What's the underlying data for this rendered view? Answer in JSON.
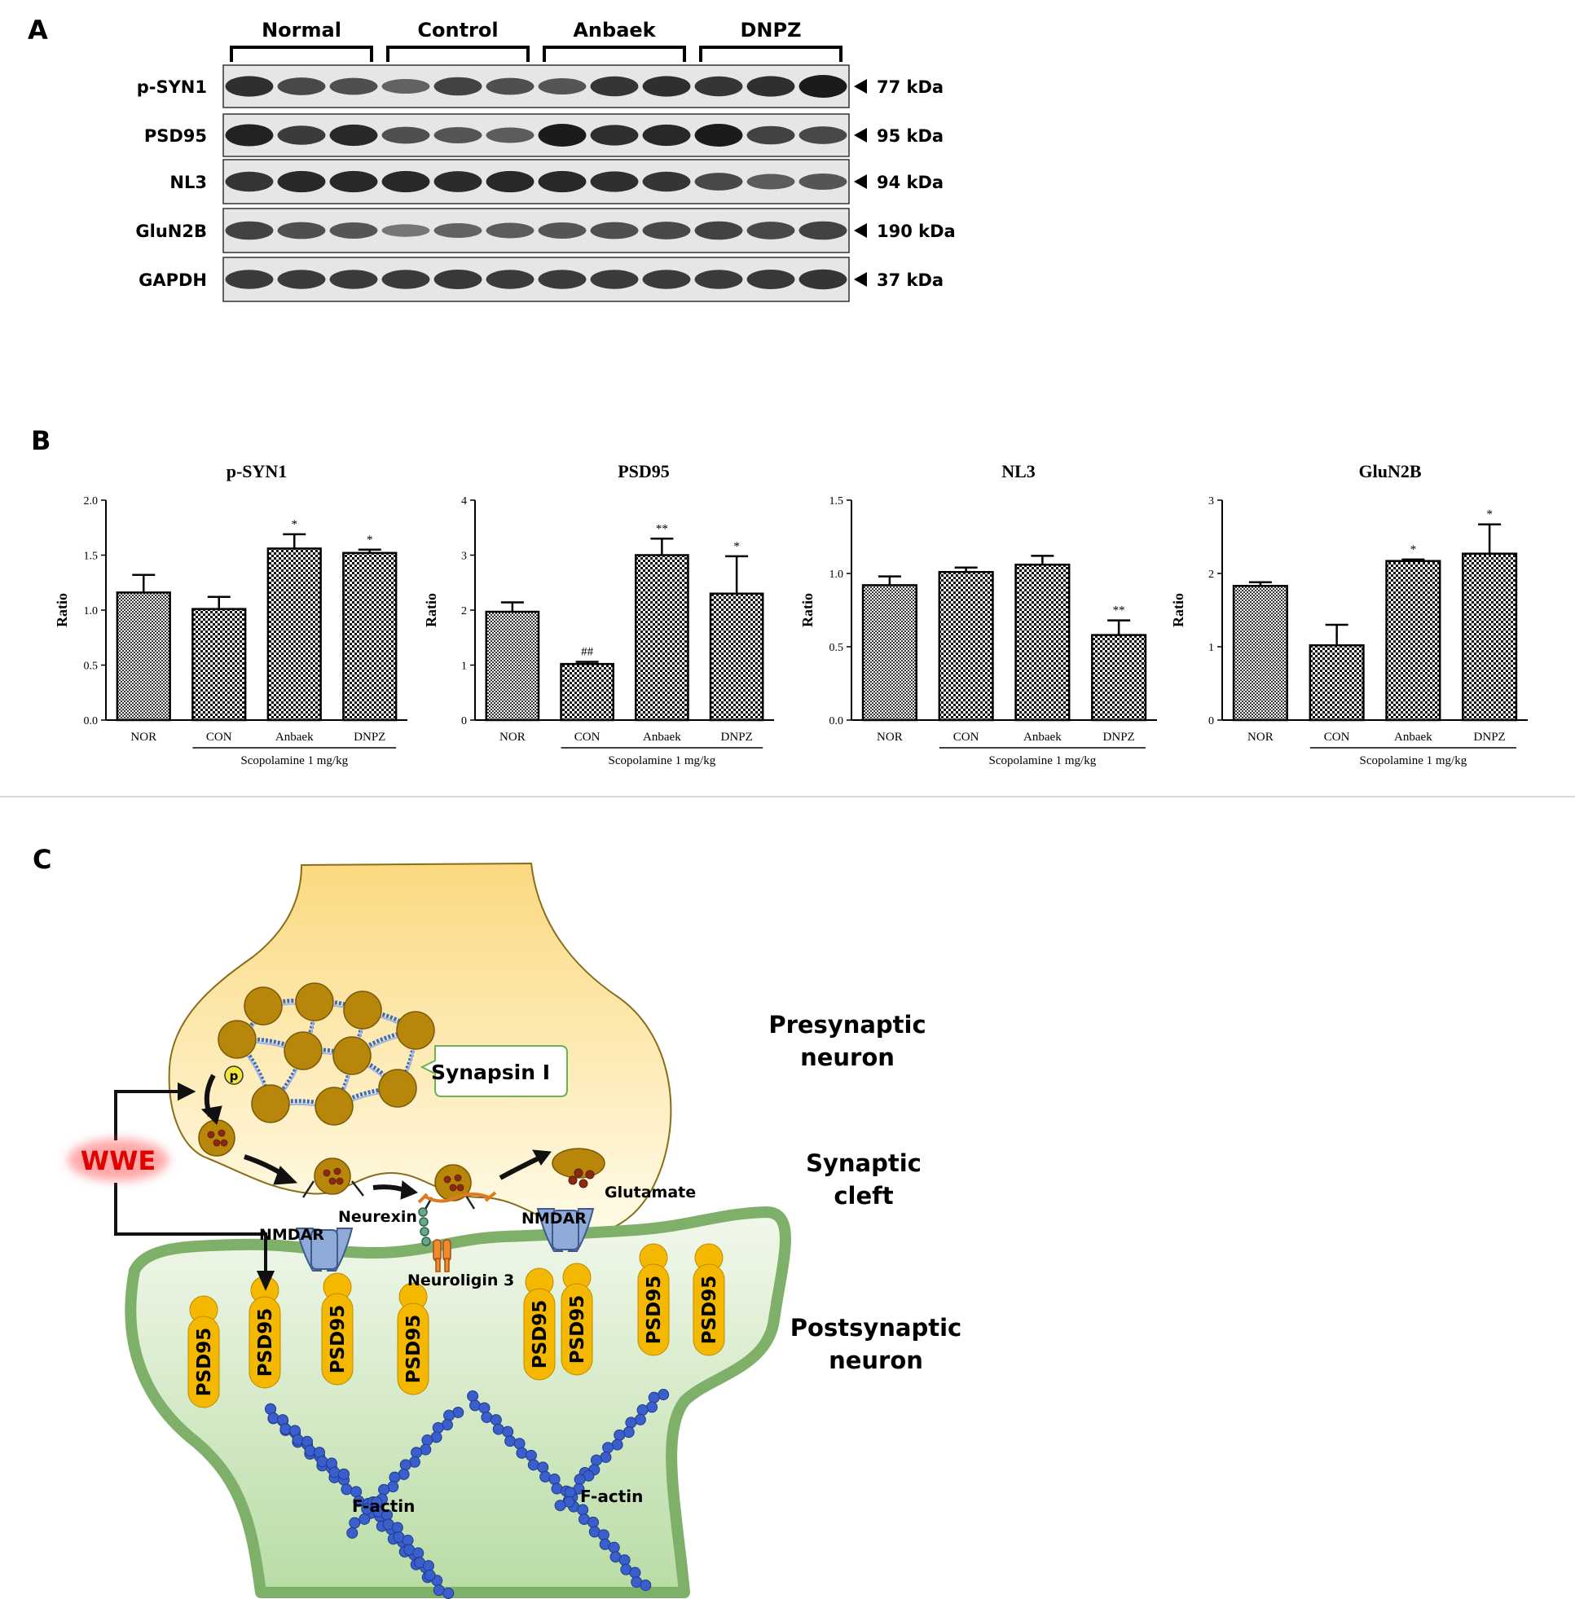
{
  "panels": {
    "a": "A",
    "b": "B",
    "c": "C"
  },
  "blot": {
    "groups": [
      "Normal",
      "Control",
      "Anbaek",
      "DNPZ"
    ],
    "rows": [
      {
        "label": "p-SYN1",
        "kda": "77 kDa",
        "intensities": [
          0.85,
          0.65,
          0.6,
          0.45,
          0.7,
          0.6,
          0.55,
          0.8,
          0.85,
          0.8,
          0.85,
          1.0
        ]
      },
      {
        "label": "PSD95",
        "kda": "95 kDa",
        "intensities": [
          0.95,
          0.75,
          0.9,
          0.6,
          0.55,
          0.5,
          1.0,
          0.85,
          0.9,
          1.0,
          0.7,
          0.65
        ]
      },
      {
        "label": "NL3",
        "kda": "94 kDa",
        "intensities": [
          0.8,
          0.9,
          0.9,
          0.9,
          0.88,
          0.9,
          0.9,
          0.85,
          0.8,
          0.65,
          0.5,
          0.55
        ]
      },
      {
        "label": "GluN2B",
        "kda": "190 kDa",
        "intensities": [
          0.7,
          0.6,
          0.55,
          0.3,
          0.45,
          0.5,
          0.55,
          0.6,
          0.65,
          0.7,
          0.65,
          0.7
        ]
      },
      {
        "label": "GAPDH",
        "kda": "37 kDa",
        "intensities": [
          0.75,
          0.75,
          0.75,
          0.75,
          0.78,
          0.75,
          0.75,
          0.75,
          0.75,
          0.75,
          0.78,
          0.8
        ]
      }
    ]
  },
  "chart_data": [
    {
      "type": "bar",
      "title": "p-SYN1",
      "ylabel": "Ratio",
      "categories": [
        "NOR",
        "CON",
        "Anbaek",
        "DNPZ"
      ],
      "values": [
        1.16,
        1.01,
        1.56,
        1.52
      ],
      "errors": [
        0.16,
        0.11,
        0.13,
        0.03
      ],
      "annotations": [
        "",
        "",
        "*",
        "*"
      ],
      "ylim": [
        0,
        2.0
      ],
      "yticks": [
        "0.0",
        "0.5",
        "1.0",
        "1.5",
        "2.0"
      ],
      "bracket_label": "Scopolamine 1 mg/kg"
    },
    {
      "type": "bar",
      "title": "PSD95",
      "ylabel": "Ratio",
      "categories": [
        "NOR",
        "CON",
        "Anbaek",
        "DNPZ"
      ],
      "values": [
        1.97,
        1.02,
        3.0,
        2.3
      ],
      "errors": [
        0.17,
        0.04,
        0.3,
        0.68
      ],
      "annotations": [
        "",
        "##",
        "**",
        "*"
      ],
      "ylim": [
        0,
        4
      ],
      "yticks": [
        "0",
        "1",
        "2",
        "3",
        "4"
      ],
      "bracket_label": "Scopolamine 1 mg/kg"
    },
    {
      "type": "bar",
      "title": "NL3",
      "ylabel": "Ratio",
      "categories": [
        "NOR",
        "CON",
        "Anbaek",
        "DNPZ"
      ],
      "values": [
        0.92,
        1.01,
        1.06,
        0.58
      ],
      "errors": [
        0.06,
        0.03,
        0.06,
        0.1
      ],
      "annotations": [
        "",
        "",
        "",
        "**"
      ],
      "ylim": [
        0,
        1.5
      ],
      "yticks": [
        "0.0",
        "0.5",
        "1.0",
        "1.5"
      ],
      "bracket_label": "Scopolamine 1 mg/kg"
    },
    {
      "type": "bar",
      "title": "GluN2B",
      "ylabel": "Ratio",
      "categories": [
        "NOR",
        "CON",
        "Anbaek",
        "DNPZ"
      ],
      "values": [
        1.83,
        1.02,
        2.17,
        2.27
      ],
      "errors": [
        0.05,
        0.28,
        0.02,
        0.4
      ],
      "annotations": [
        "",
        "",
        "*",
        "*"
      ],
      "ylim": [
        0,
        3
      ],
      "yticks": [
        "0",
        "1",
        "2",
        "3"
      ],
      "bracket_label": "Scopolamine 1 mg/kg"
    }
  ],
  "diagram": {
    "synapsin": "Synapsin I",
    "p_marker": "p",
    "presynaptic": [
      "Presynaptic",
      "neuron"
    ],
    "cleft": [
      "Synaptic",
      "cleft"
    ],
    "postsynaptic": [
      "Postsynaptic",
      "neuron"
    ],
    "wwe": "WWE",
    "glutamate": "Glutamate",
    "neurexin": "Neurexin",
    "nmdar": "NMDAR",
    "neuroligin": "Neuroligin 3",
    "psd95": "PSD95",
    "factin": "F-actin",
    "colors": {
      "pre": "#fde8a4",
      "post": "#cfe6c0",
      "vesicle": "#b8860b",
      "psd": "#f5b800",
      "actin": "#3a5fcd",
      "receptor": "#8fa9d8"
    }
  }
}
